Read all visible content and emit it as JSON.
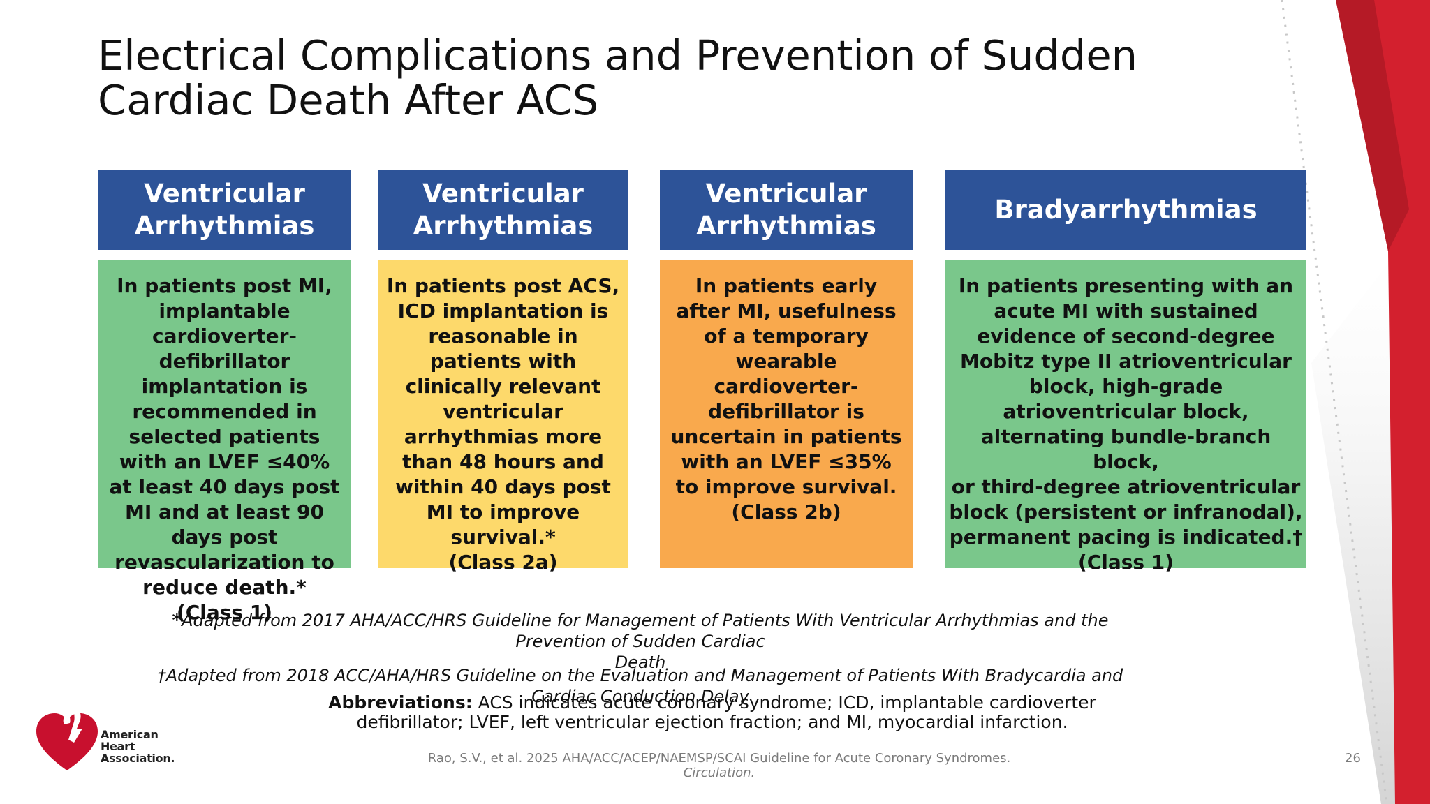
{
  "slide": {
    "title_lines": [
      "Electrical Complications and Prevention of Sudden",
      "Cardiac Death After ACS"
    ],
    "page_number": "26"
  },
  "columns": [
    {
      "header_lines": [
        "Ventricular",
        "Arrhythmias"
      ],
      "body_color": "#7ac78b",
      "body_lines": [
        "In patients post MI,",
        "implantable",
        "cardioverter-",
        "defibrillator",
        "implantation is",
        "recommended in",
        "selected patients",
        "with an LVEF ≤40%",
        "at least 40 days post",
        "MI and at least 90",
        "days post",
        "revascularization to",
        "reduce death.*",
        "(Class 1)"
      ]
    },
    {
      "header_lines": [
        "Ventricular",
        "Arrhythmias"
      ],
      "body_color": "#fdd96b",
      "body_lines": [
        "In patients post ACS,",
        "ICD implantation is",
        "reasonable in",
        "patients with",
        "clinically relevant",
        "ventricular",
        "arrhythmias more",
        "than 48 hours and",
        "within 40 days post",
        "MI to improve",
        "survival.*",
        "(Class 2a)"
      ]
    },
    {
      "header_lines": [
        "Ventricular",
        "Arrhythmias"
      ],
      "body_color": "#f9a94d",
      "body_lines": [
        "In patients early",
        "after MI, usefulness",
        "of a temporary",
        "wearable",
        "cardioverter-",
        "defibrillator is",
        "uncertain in patients",
        "with an LVEF ≤35%",
        "to improve survival.",
        "(Class 2b)"
      ]
    },
    {
      "header_lines": [
        "Bradyarrhythmias"
      ],
      "body_color": "#7ac78b",
      "body_lines": [
        "In patients presenting with an",
        "acute MI with sustained",
        "evidence of second-degree",
        "Mobitz type II atrioventricular",
        "block, high-grade",
        "atrioventricular block,",
        "alternating bundle-branch block,",
        "or third-degree atrioventricular",
        "block (persistent or infranodal),",
        "permanent pacing is indicated.†",
        "(Class 1)"
      ]
    }
  ],
  "footnotes": {
    "star_mark": "*",
    "star_line1": "Adapted from 2017 AHA/ACC/HRS Guideline for Management of Patients With Ventricular Arrhythmias and the Prevention of Sudden Cardiac",
    "star_line2": "Death",
    "dagger_text": "†Adapted from 2018 ACC/AHA/HRS Guideline on the Evaluation and Management of Patients With Bradycardia and Cardiac Conduction Delay"
  },
  "abbreviations": {
    "label": "Abbreviations:",
    "line1": " ACS indicates acute coronary syndrome; ICD, implantable cardioverter",
    "line2": "defibrillator; LVEF, left ventricular ejection fraction;  and MI, myocardial infarction."
  },
  "citation": {
    "text": "Rao, S.V., et al. 2025 AHA/ACC/ACEP/NAEMSP/SCAI Guideline for Acute Coronary Syndromes. ",
    "journal": "Circulation."
  },
  "logo": {
    "lines": [
      "American",
      "Heart",
      "Association."
    ],
    "icon": "heart-torch-icon",
    "color": "#c8102e"
  },
  "colors": {
    "header_blue": "#2d5398",
    "accent_red": "#d0202e"
  }
}
